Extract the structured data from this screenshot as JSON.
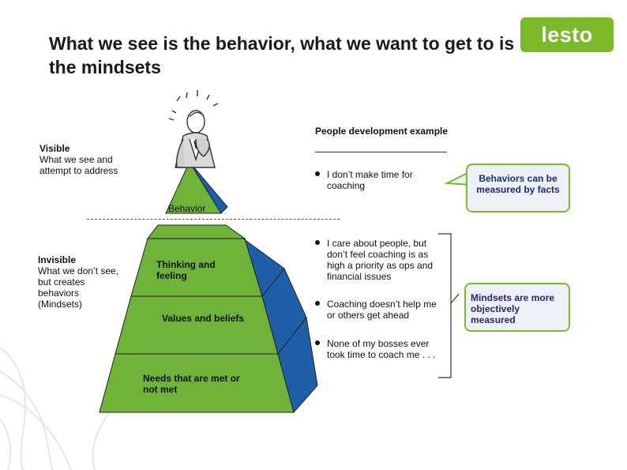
{
  "title": "What we see is the behavior, what we want to get to is the mindsets",
  "logo": "lesto",
  "icons": {
    "thinking_figure": "thinking-person-icon"
  },
  "colors": {
    "accent_green": "#7ab929",
    "pyramid_green": "#6fb33a",
    "pyramid_blue": "#1f5fa8",
    "callout_text": "#1e2a6b"
  },
  "left": {
    "visible": {
      "heading": "Visible",
      "text": "What we see and attempt to address"
    },
    "invisible": {
      "heading": "Invisible",
      "text": "What we don’t see, but creates behaviors (Mindsets)"
    }
  },
  "pyramid": {
    "levels": [
      {
        "label": "Behavior"
      },
      {
        "label": "Thinking and feeling"
      },
      {
        "label": "Values and beliefs"
      },
      {
        "label": "Needs that are met or not met"
      }
    ]
  },
  "example": {
    "heading": "People development example",
    "bullets": [
      "I don’t make time for coaching",
      "I care about people, but don’t feel coaching is as high a priority as ops and financial issues",
      "Coaching doesn’t help me or others get ahead",
      "None of my bosses ever took time to coach me . . ."
    ]
  },
  "callouts": {
    "behaviors": "Behaviors can be measured by facts",
    "mindsets": "Mindsets are more objectively measured"
  }
}
